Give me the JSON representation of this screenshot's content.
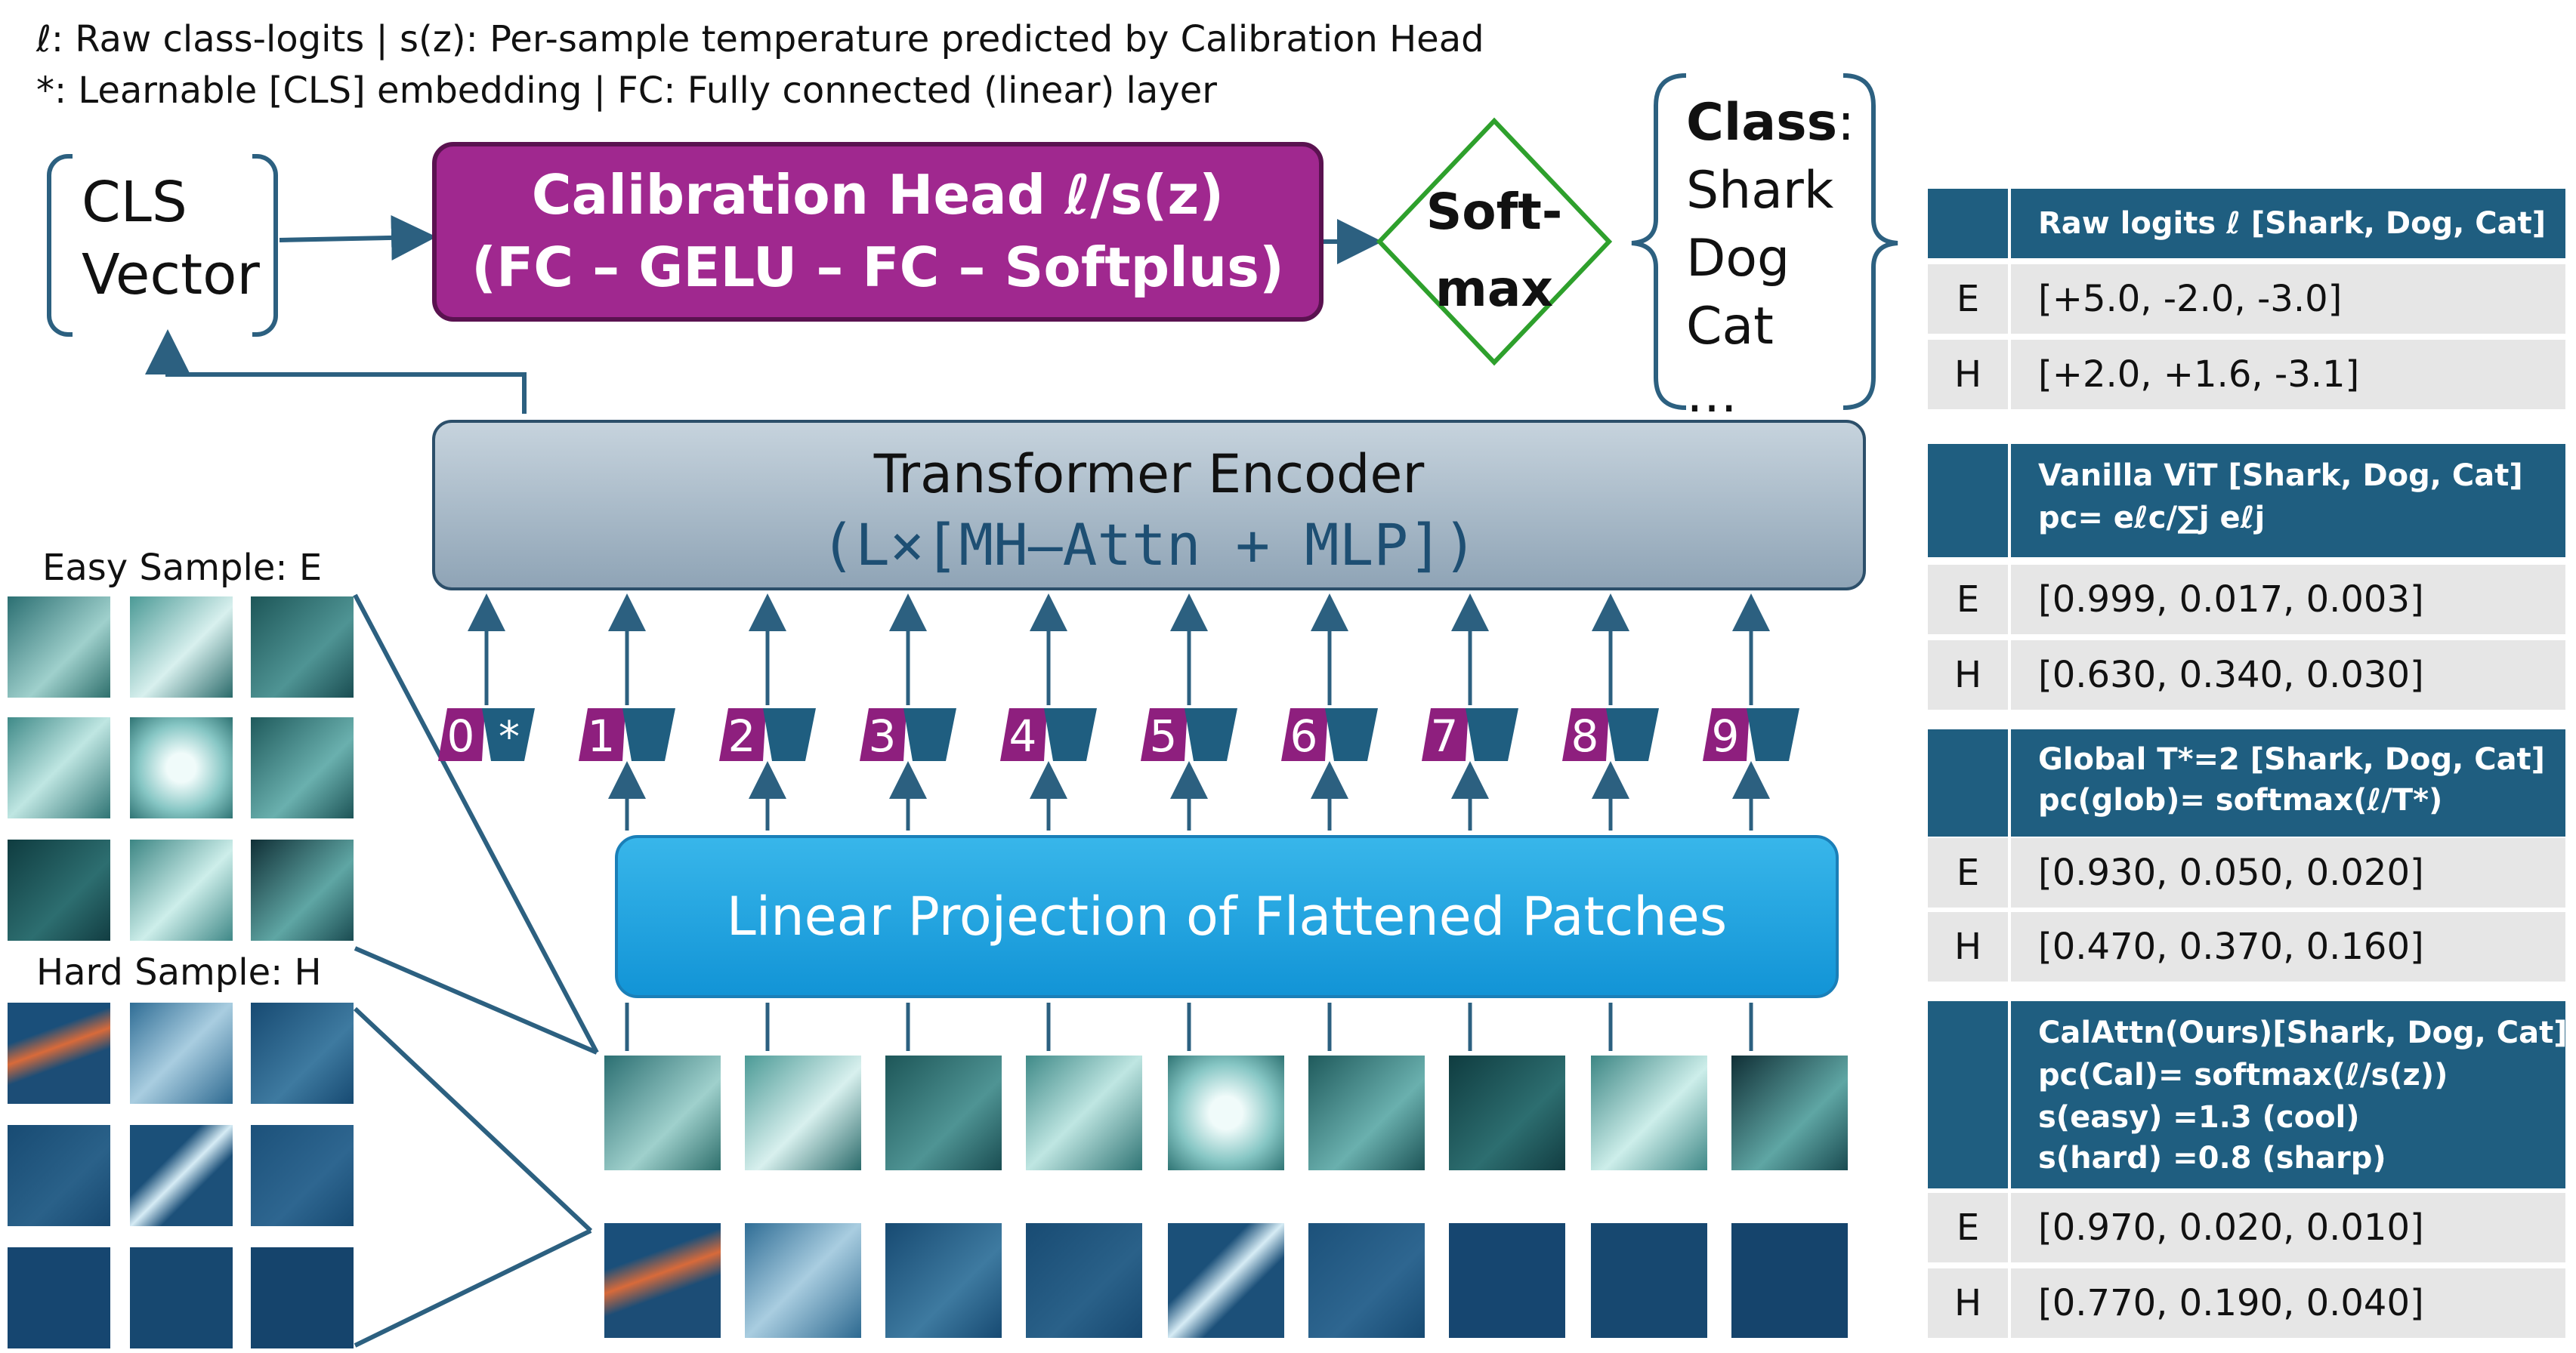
{
  "legend": {
    "line1": "ℓ: Raw class-logits | s(z): Per-sample temperature predicted by Calibration Head",
    "line2": "*: Learnable [CLS] embedding | FC: Fully connected (linear) layer"
  },
  "cls_vector": {
    "line1": "CLS",
    "line2": "Vector"
  },
  "calibration_head": {
    "line1": "Calibration Head ℓ/s(z)",
    "line2": "(FC – GELU – FC – Softplus)"
  },
  "softmax": {
    "line1": "Soft-",
    "line2": "max"
  },
  "classes": {
    "title": "Class",
    "colon": ":",
    "items": [
      "Shark",
      "Dog",
      "Cat",
      "…"
    ]
  },
  "encoder": {
    "title": "Transformer Encoder",
    "formula": "(L×[MH–Attn + MLP])"
  },
  "tokens": {
    "labels": [
      "0",
      "1",
      "2",
      "3",
      "4",
      "5",
      "6",
      "7",
      "8",
      "9"
    ],
    "cls_symbol": "*"
  },
  "linear_projection": "Linear Projection of Flattened Patches",
  "samples": {
    "easy": "Easy Sample: E",
    "hard": "Hard Sample: H"
  },
  "tables": [
    {
      "header": [
        "Raw logits ℓ [Shark, Dog, Cat]"
      ],
      "rows": [
        {
          "label": "E",
          "value": "[+5.0, -2.0, -3.0]"
        },
        {
          "label": "H",
          "value": "[+2.0, +1.6, -3.1]"
        }
      ]
    },
    {
      "header": [
        "Vanilla ViT [Shark, Dog, Cat]",
        "pc= eℓc/∑j eℓj"
      ],
      "rows": [
        {
          "label": "E",
          "value": "[0.999, 0.017, 0.003]"
        },
        {
          "label": "H",
          "value": "[0.630, 0.340, 0.030]"
        }
      ]
    },
    {
      "header": [
        "Global T*=2  [Shark, Dog, Cat]",
        "pc(glob)= softmax(ℓ/T*)"
      ],
      "rows": [
        {
          "label": "E",
          "value": "[0.930, 0.050, 0.020]"
        },
        {
          "label": "H",
          "value": "[0.470, 0.370, 0.160]"
        }
      ]
    },
    {
      "header": [
        "CalAttn(Ours)[Shark, Dog, Cat]",
        "pc(Cal)= softmax(ℓ/s(z))",
        "s(easy) =1.3 (cool)",
        "s(hard) =0.8 (sharp)"
      ],
      "rows": [
        {
          "label": "E",
          "value": "[0.970, 0.020, 0.010]"
        },
        {
          "label": "H",
          "value": "[0.770, 0.190, 0.040]"
        }
      ]
    }
  ],
  "colors": {
    "calibration_head": "#a0288f",
    "token_purple": "#8e1f7e",
    "token_teal": "#1f5e80",
    "table_header": "#1f5e80",
    "arrow": "#2c6080",
    "softmax_border": "#2ea02c"
  }
}
